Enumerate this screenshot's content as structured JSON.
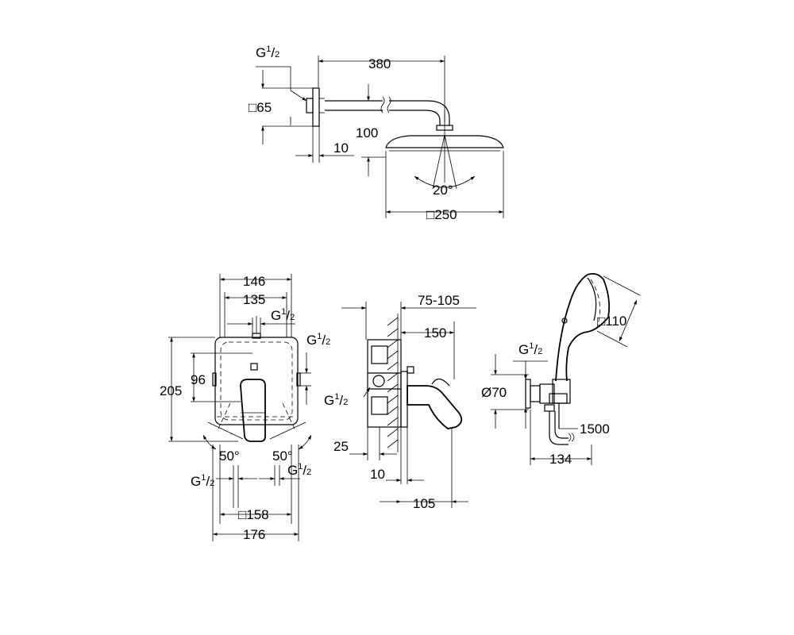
{
  "drawing": {
    "shower_head": {
      "arm_length": "380",
      "connection_thread": "G",
      "thread_num": "1",
      "thread_den": "2",
      "flange_square": "□65",
      "drop": "100",
      "flange_depth": "10",
      "tilt_angle": "20°",
      "head_square": "□250"
    },
    "mixer_front": {
      "cover_width": "146",
      "box_width": "135",
      "top_thread": "G",
      "top_thread_num": "1",
      "top_thread_den": "2",
      "side_thread": "G",
      "side_thread_num": "1",
      "side_thread_den": "2",
      "height": "205",
      "center_height": "96",
      "angle_left": "50°",
      "angle_right": "50°",
      "bottom_thread_left": "G",
      "bottom_thread_left_num": "1",
      "bottom_thread_left_den": "2",
      "bottom_thread_right": "G",
      "bottom_thread_right_num": "1",
      "bottom_thread_right_den": "2",
      "plate_square": "□158",
      "overall_width": "176"
    },
    "mixer_side": {
      "wall_depth_range": "75-105",
      "depth": "150",
      "inlet_thread": "G",
      "inlet_num": "1",
      "inlet_den": "2",
      "offset_25": "25",
      "offset_10": "10",
      "projection": "105"
    },
    "hand_shower": {
      "head_square": "□110",
      "thread": "G",
      "thread_num": "1",
      "thread_den": "2",
      "flange_diameter": "Ø70",
      "hose_length": "1500",
      "projection": "134"
    }
  }
}
